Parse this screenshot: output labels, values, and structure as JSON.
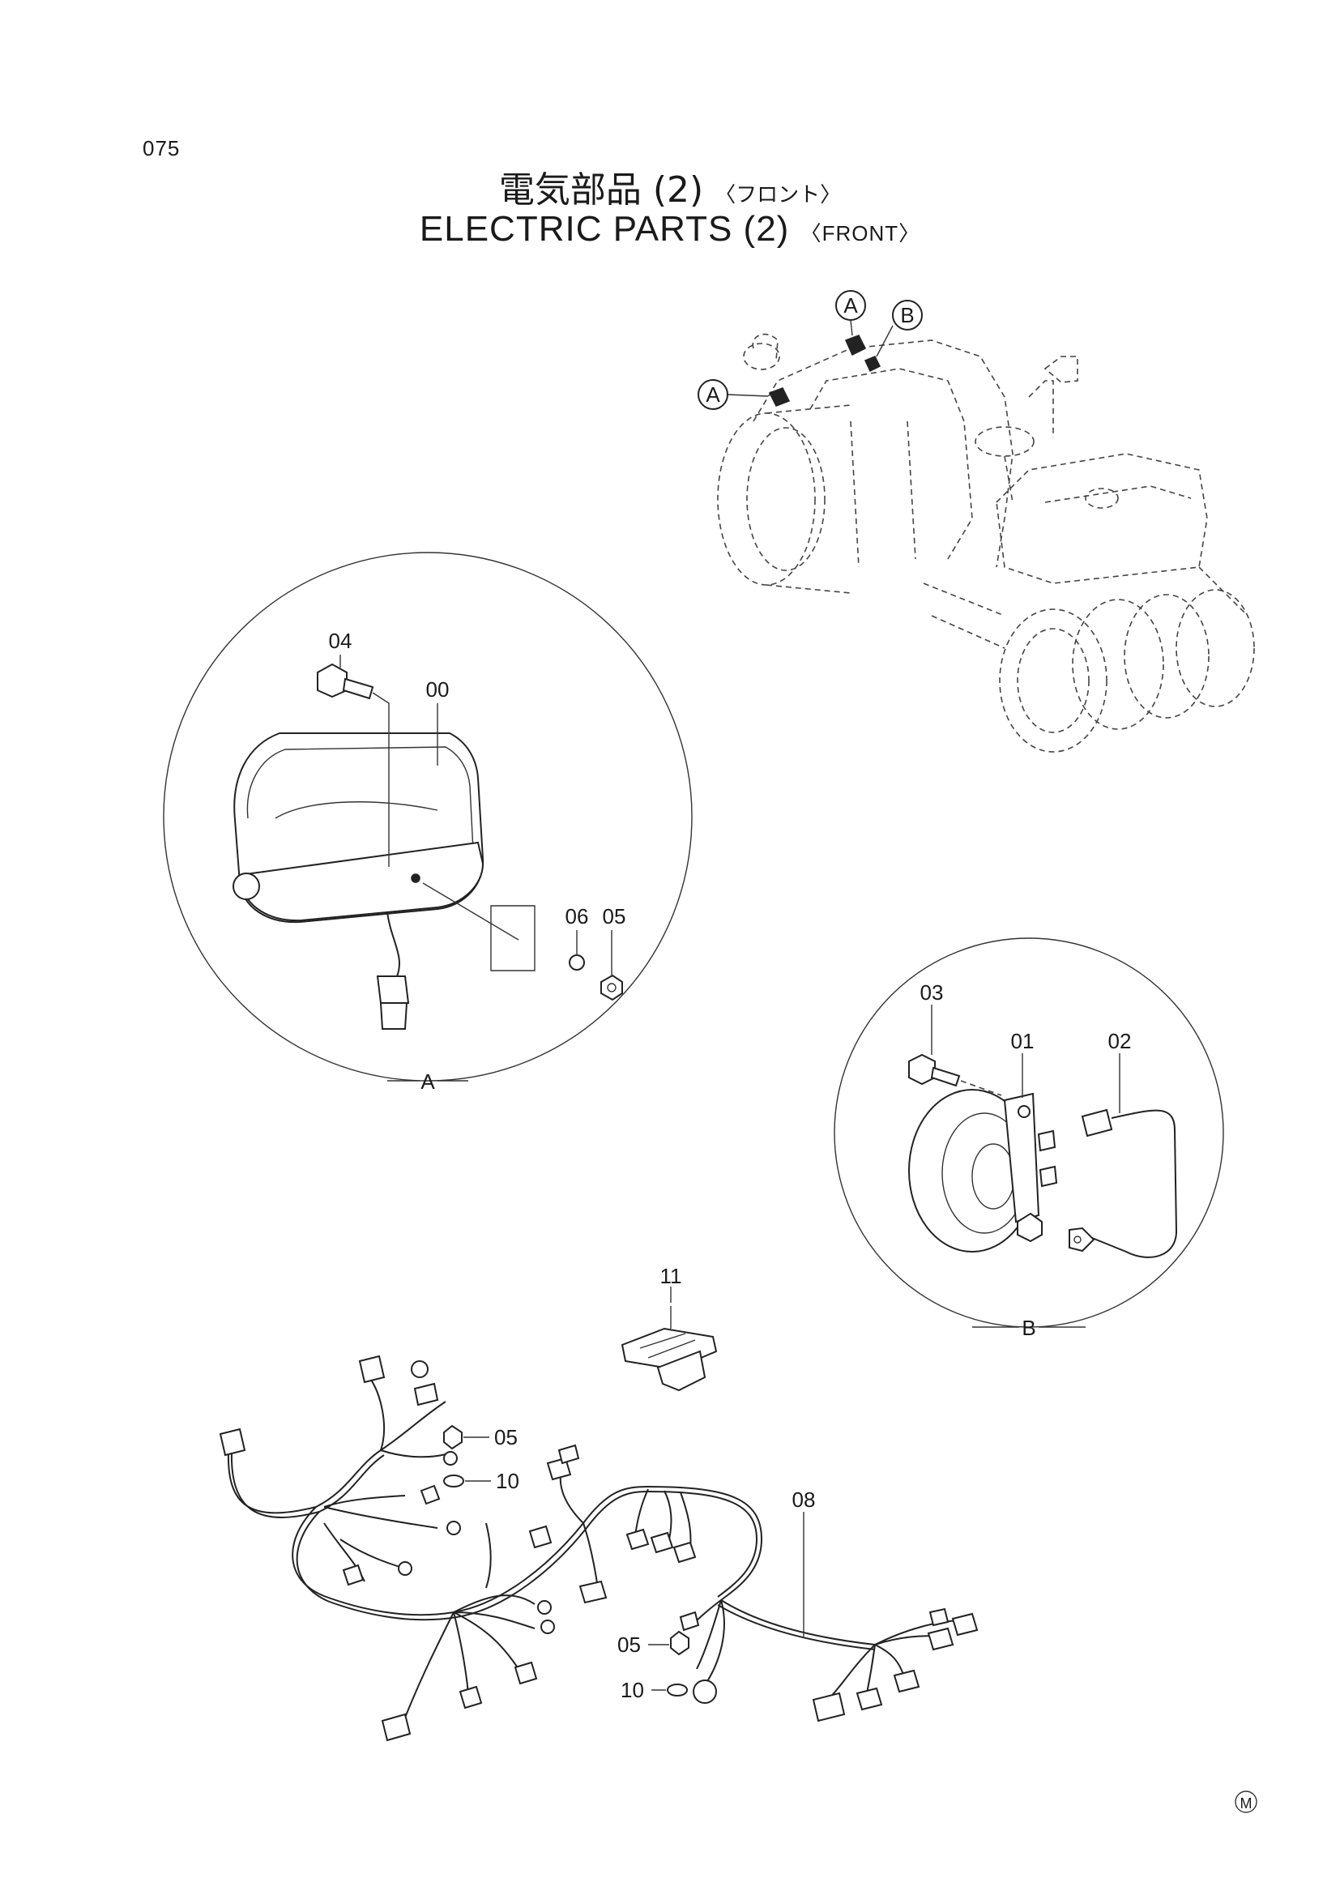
{
  "page": {
    "number": "075"
  },
  "title": {
    "ja_main": "電気部品 (2)",
    "ja_sub": "〈フロント〉",
    "en_main": "ELECTRIC PARTS (2)",
    "en_sub": "〈FRONT〉"
  },
  "callouts": {
    "a": "A",
    "b": "B"
  },
  "detail_views": {
    "a": "A",
    "b": "B"
  },
  "part_labels": {
    "p00": "00",
    "p01": "01",
    "p02": "02",
    "p03": "03",
    "p04": "04",
    "p05_lamp": "05",
    "p06": "06",
    "p05_harness_a": "05",
    "p05_harness_b": "05",
    "p08": "08",
    "p10_a": "10",
    "p10_b": "10",
    "p11": "11"
  },
  "mark": "M"
}
